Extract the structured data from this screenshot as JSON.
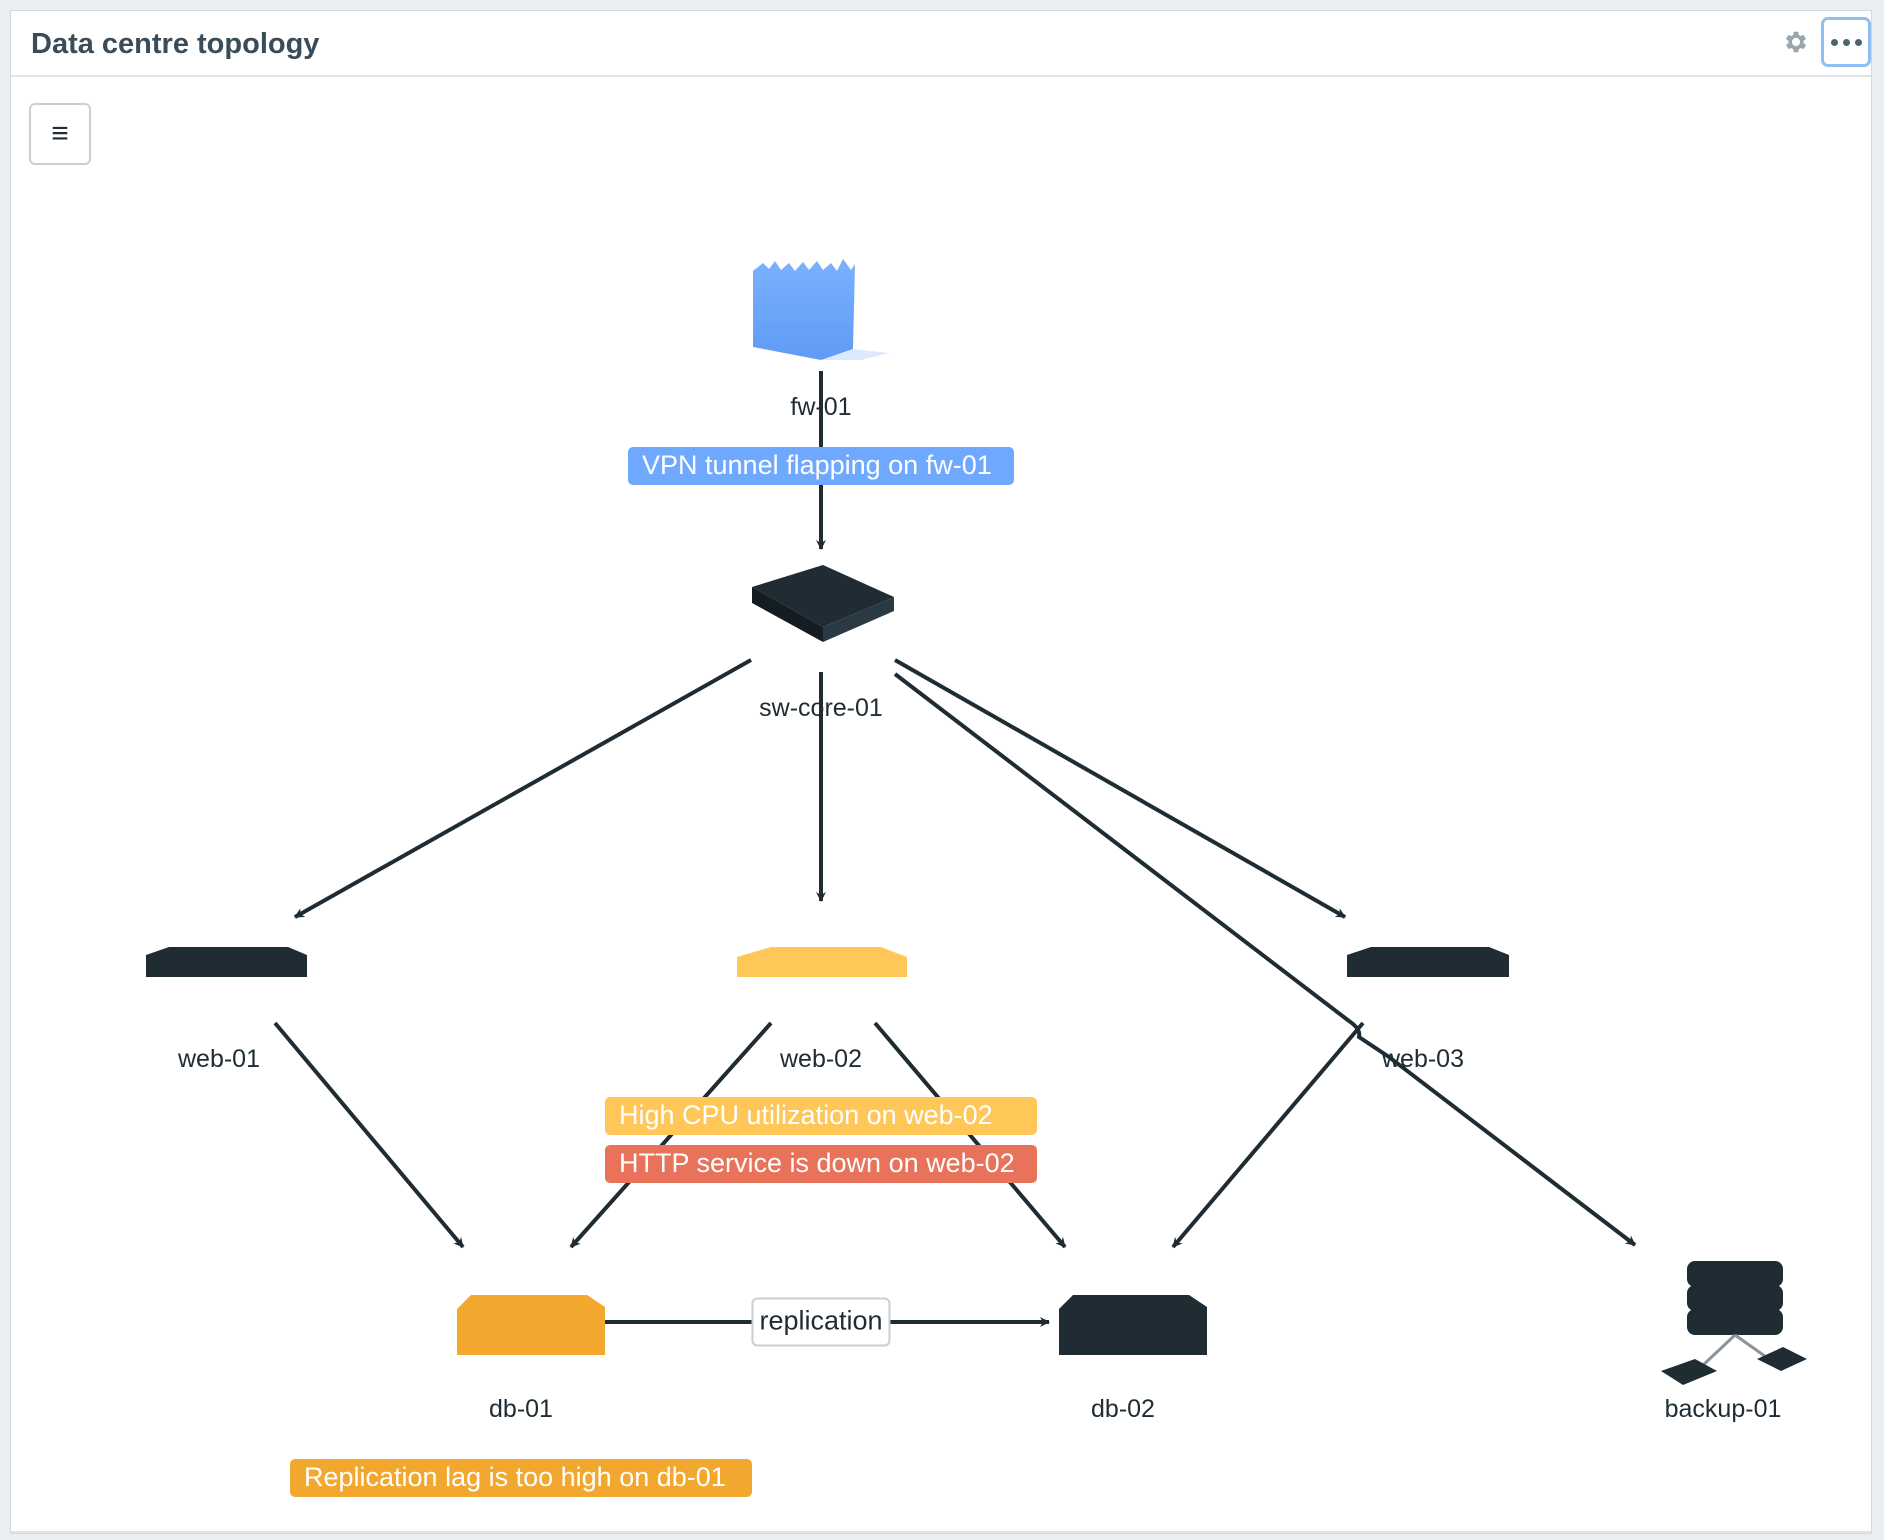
{
  "widget": {
    "title": "Data centre topology",
    "settings_icon": "gear-icon",
    "more_icon": "more-dots-icon",
    "nav_icon": "hamburger-menu-icon"
  },
  "nodes": {
    "fw01": {
      "label": "fw-01",
      "icon": "firewall-icon",
      "status_color": "#6ea8ff"
    },
    "swcore01": {
      "label": "sw-core-01",
      "icon": "switch-icon",
      "status_color": "#1f2c33"
    },
    "web01": {
      "label": "web-01",
      "icon": "server-icon",
      "status_color": "#1f2c33"
    },
    "web02": {
      "label": "web-02",
      "icon": "server-icon",
      "status_color": "#ffc757"
    },
    "web03": {
      "label": "web-03",
      "icon": "server-icon",
      "status_color": "#1f2c33"
    },
    "db01": {
      "label": "db-01",
      "icon": "database-server-icon",
      "status_color": "#f2a72e"
    },
    "db02": {
      "label": "db-02",
      "icon": "database-server-icon",
      "status_color": "#1f2c33"
    },
    "backup01": {
      "label": "backup-01",
      "icon": "storage-rack-icon",
      "status_color": "#1f2c33"
    }
  },
  "problems": {
    "vpn": {
      "text": "VPN tunnel flapping on fw-01",
      "color": "#6ea8ff"
    },
    "cpu": {
      "text": "High CPU utilization on web-02",
      "color": "#ffc757"
    },
    "http": {
      "text": "HTTP service is down on web-02",
      "color": "#e8735a"
    },
    "repl": {
      "text": "Replication lag is too high on db-01",
      "color": "#f2a72e"
    }
  },
  "link_labels": {
    "db_replication": "replication"
  }
}
